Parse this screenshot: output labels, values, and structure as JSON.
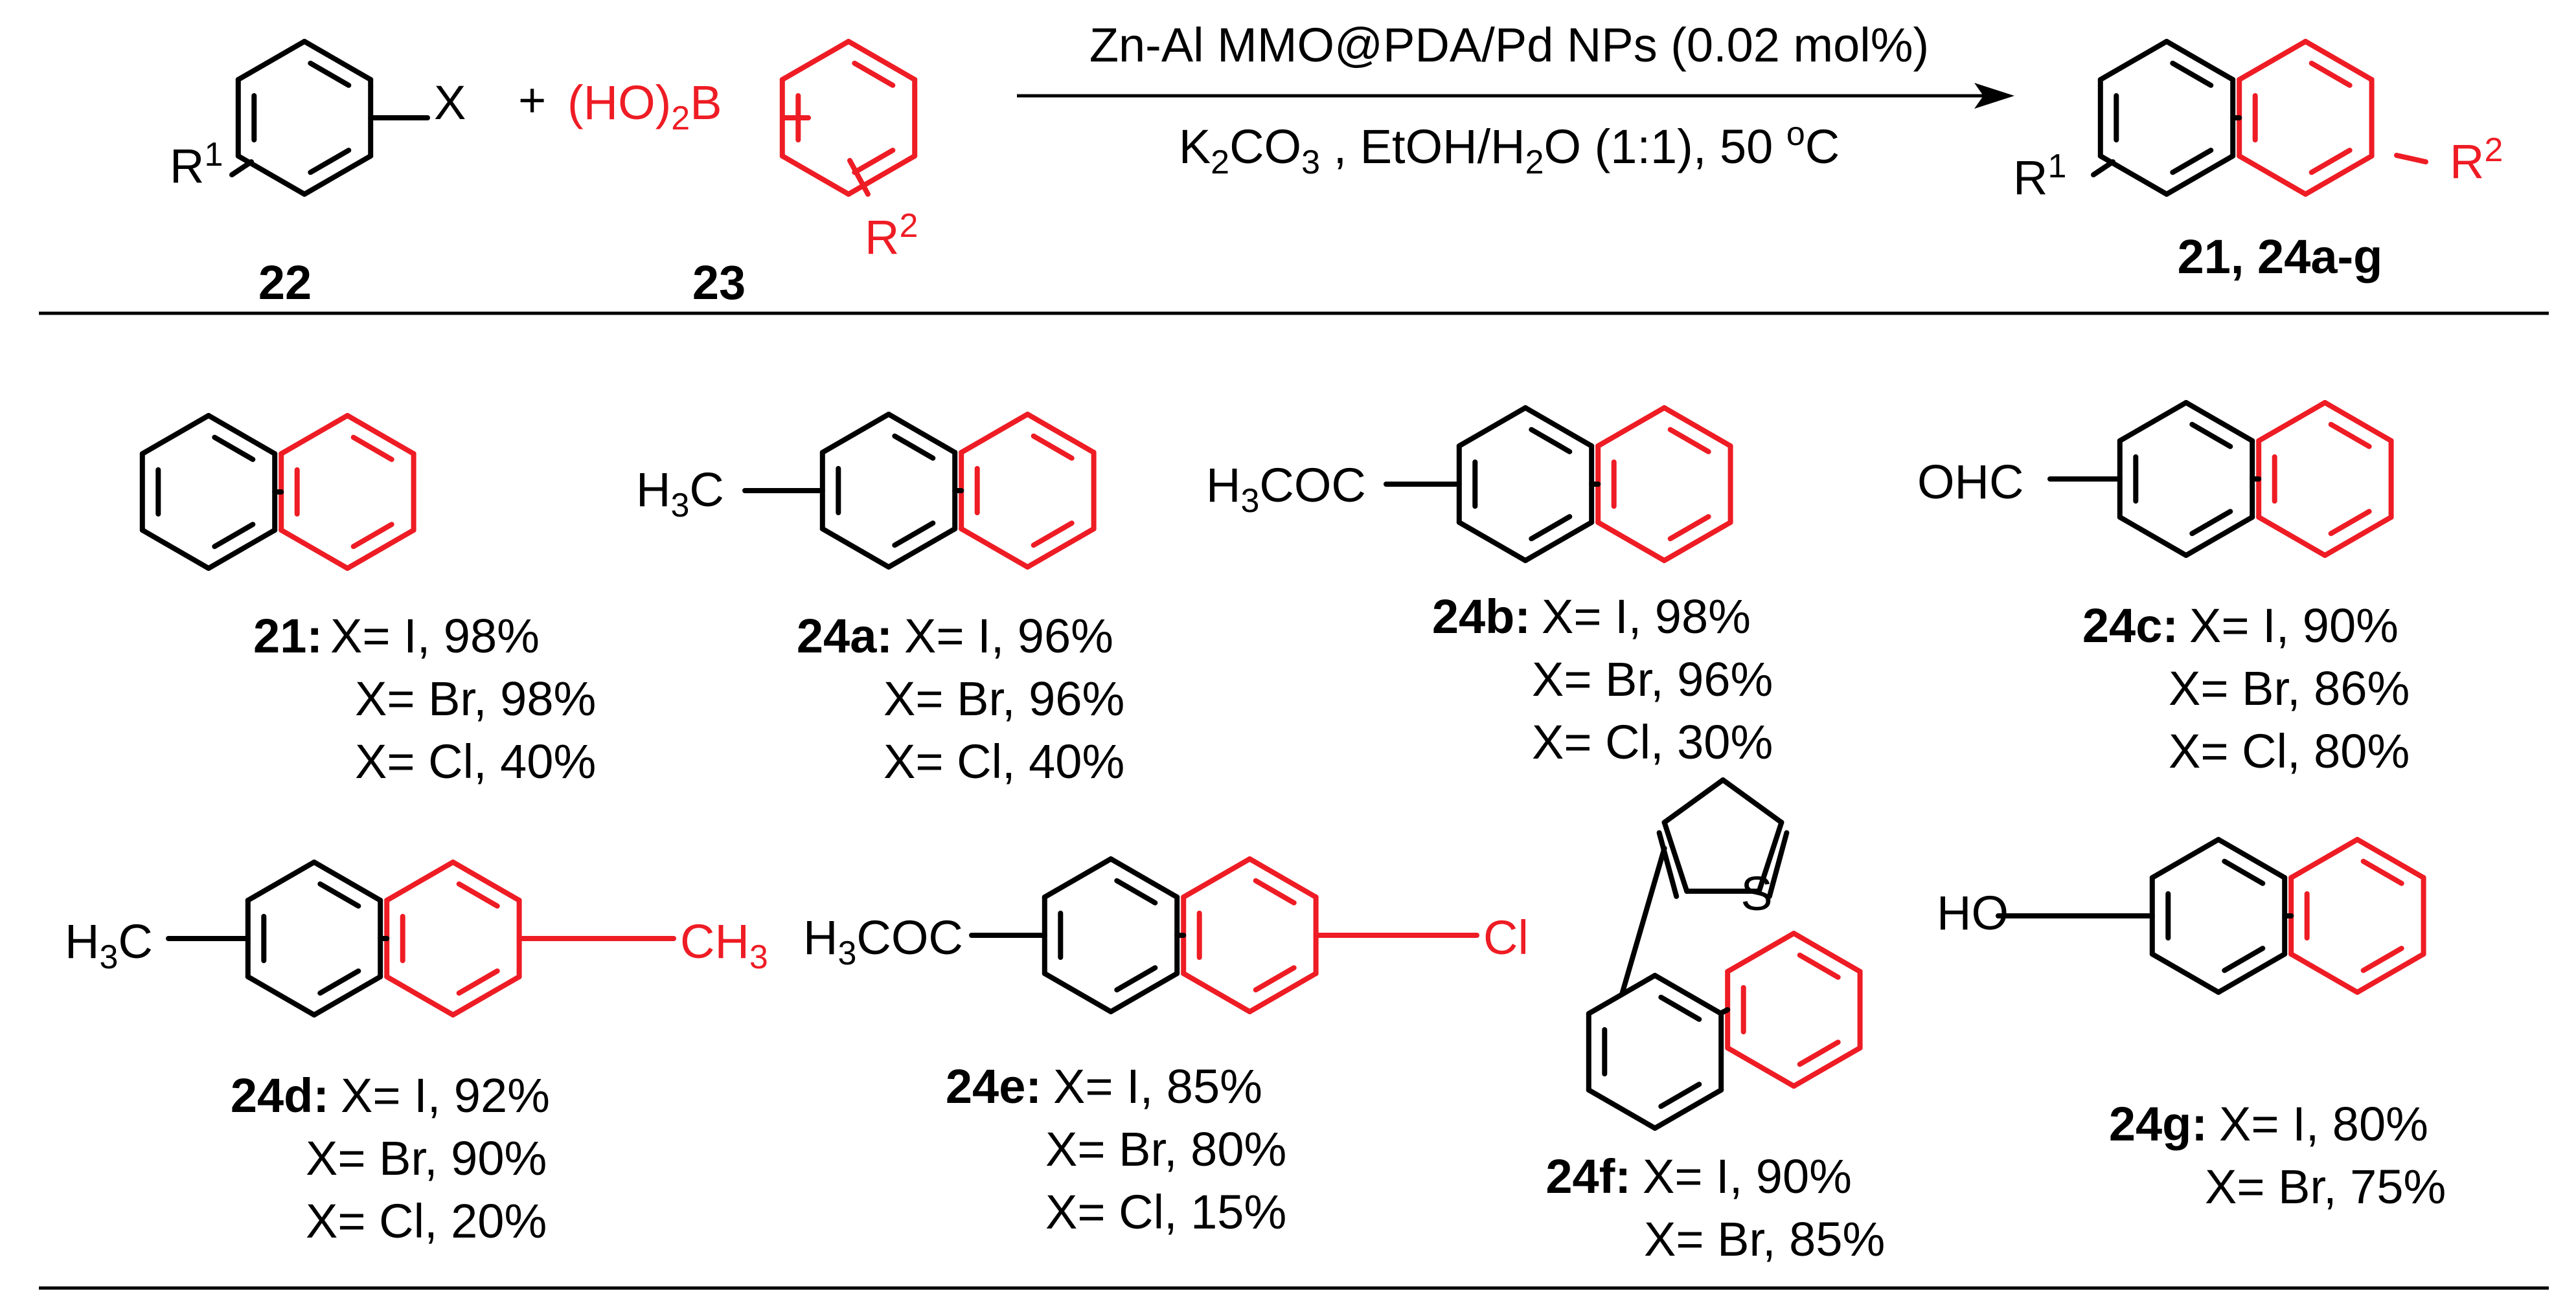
{
  "colors": {
    "ink": "#000000",
    "accent": "#ee1c24"
  },
  "reaction": {
    "reactant1": {
      "id": "22",
      "leaving_group": "X",
      "substituent": "R",
      "substituent_sup": "1"
    },
    "plus": "+",
    "reactant2": {
      "id": "23",
      "boronic_acid": "(HO)",
      "boronic_sub": "2",
      "boron": "B",
      "substituent": "R",
      "substituent_sup": "2"
    },
    "conditions": {
      "catalyst": "Zn-Al MMO@PDA/Pd NPs (0.02 mol%)",
      "base_a": "K",
      "base_sub1": "2",
      "base_b": "CO",
      "base_sub2": "3",
      "base_c": " , EtOH/H",
      "base_sub3": "2",
      "base_d": "O (1:1), 50 ",
      "base_sup": "o",
      "base_e": "C"
    },
    "product": {
      "id": "21, 24a-g",
      "sub1": "R",
      "sub1_sup": "1",
      "sub2": "R",
      "sub2_sup": "2"
    }
  },
  "products": [
    {
      "id": "21:",
      "entries": [
        "X= I, 98%",
        "X= Br, 98%",
        "X= Cl, 40%"
      ]
    },
    {
      "id": "24a:",
      "entries": [
        "X= I, 96%",
        "X= Br, 96%",
        "X= Cl, 40%"
      ],
      "group_a": "H",
      "group_sub": "3",
      "group_b": "C"
    },
    {
      "id": "24b:",
      "entries": [
        "X= I, 98%",
        "X= Br, 96%",
        "X= Cl, 30%"
      ],
      "group_a": "H",
      "group_sub": "3",
      "group_b": "COC"
    },
    {
      "id": "24c:",
      "entries": [
        "X= I, 90%",
        "X= Br, 86%",
        "X= Cl, 80%"
      ],
      "group": "OHC"
    },
    {
      "id": "24d:",
      "entries": [
        "X= I, 92%",
        "X= Br, 90%",
        "X= Cl, 20%"
      ],
      "group_a": "H",
      "group_sub": "3",
      "group_b": "C",
      "red_a": "CH",
      "red_sub": "3"
    },
    {
      "id": "24e:",
      "entries": [
        "X= I, 85%",
        "X= Br, 80%",
        "X= Cl, 15%"
      ],
      "group_a": "H",
      "group_sub": "3",
      "group_b": "COC",
      "red": "Cl"
    },
    {
      "id": "24f:",
      "entries": [
        "X= I, 90%",
        "X= Br, 85%"
      ],
      "hetero": "S"
    },
    {
      "id": "24g:",
      "entries": [
        "X= I, 80%",
        "X= Br, 75%"
      ],
      "group": "HO"
    }
  ]
}
